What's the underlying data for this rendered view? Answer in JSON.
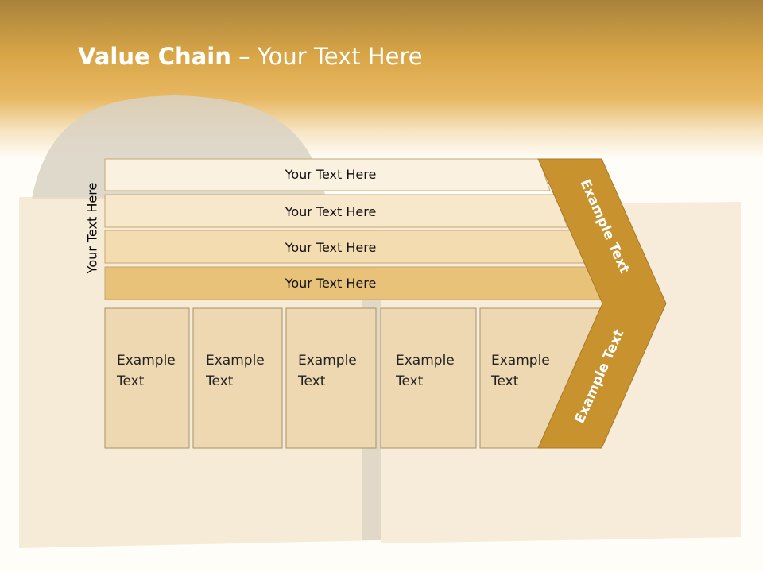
{
  "title": {
    "bold": "Value Chain",
    "rest": " – Your Text Here"
  },
  "side_label": "Your Text Here",
  "bars": [
    "Your Text Here",
    "Your Text Here",
    "Your Text Here",
    "Your Text Here"
  ],
  "columns": [
    {
      "line1": "Example",
      "line2": "Text"
    },
    {
      "line1": "Example",
      "line2": "Text"
    },
    {
      "line1": "Example",
      "line2": "Text"
    },
    {
      "line1": "Example",
      "line2": "Text"
    },
    {
      "line1": "Example",
      "line2": "Text"
    }
  ],
  "arrow": {
    "upper": "Example Text",
    "lower": "Example Text"
  },
  "colors": {
    "accent": "#c8922e",
    "bar_light": "#fbf1e1",
    "bar_dark": "#e9c27a",
    "column_fill": "#eed8b2"
  }
}
